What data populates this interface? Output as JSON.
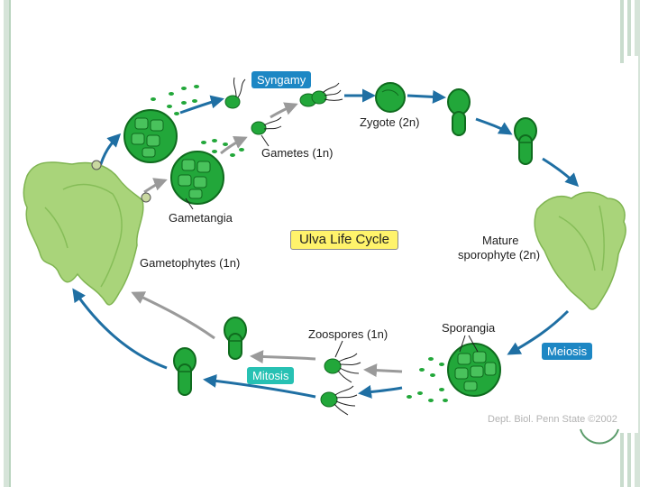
{
  "diagram": {
    "title": "Ulva Life Cycle",
    "labels": {
      "syngamy": "Syngamy",
      "zygote": "Zygote (2n)",
      "gametes": "Gametes (1n)",
      "gametangia": "Gametangia",
      "gametophytes": "Gametophytes (1n)",
      "mature_sporophyte_line1": "Mature",
      "mature_sporophyte_line2": "sporophyte (2n)",
      "sporangia": "Sporangia",
      "meiosis": "Meiosis",
      "zoospores": "Zoospores (1n)",
      "mitosis": "Mitosis"
    },
    "credit": "Dept. Biol. Penn State ©2002"
  },
  "colors": {
    "cycle_arrow": "#1f6fa3",
    "gray_arrow": "#9a9a9a",
    "cell_green": "#22a73a",
    "cell_dark": "#0f6b1e",
    "thallus_green": "#a9d47a",
    "frame_green": "#b9d3be",
    "syngamy_pill": "#1d87c4",
    "meiosis_pill": "#1d87c4",
    "mitosis_pill": "#27c1b3",
    "title_box": "#fff36b"
  }
}
